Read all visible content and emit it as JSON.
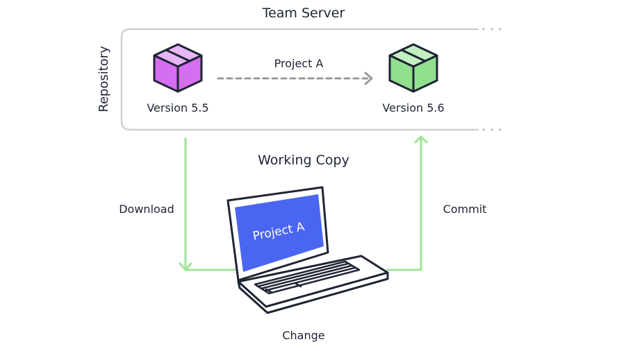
{
  "labels": {
    "team_server": "Team Server",
    "repository": "Repository",
    "transition": "Project A",
    "version_left": "Version 5.5",
    "version_right": "Version 5.6",
    "working_copy": "Working Copy",
    "download": "Download",
    "commit": "Commit",
    "change": "Change",
    "screen_text": "Project A"
  },
  "colors": {
    "outline": "#1e2433",
    "box_left": "#d66ef2",
    "box_right": "#90e08e",
    "flow_arrows": "#9fe39a",
    "dashed_arrow": "#9a9a9a",
    "repository_border": "#cfcfcf",
    "screen": "#4a66f0"
  }
}
